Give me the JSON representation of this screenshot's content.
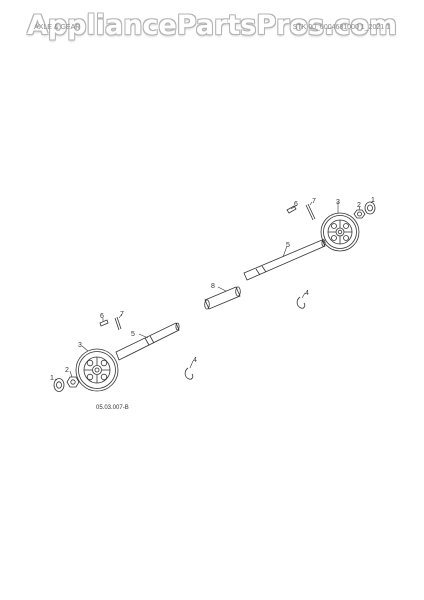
{
  "watermark": "AppliancePartsPros.com",
  "header": {
    "left": "AXLE & GEAR",
    "right": "STK 00_0004681000 1_2021 1"
  },
  "reference_code": "05.03.007-B",
  "callouts": [
    "1",
    "2",
    "3",
    "4",
    "5",
    "6",
    "7",
    "8"
  ]
}
